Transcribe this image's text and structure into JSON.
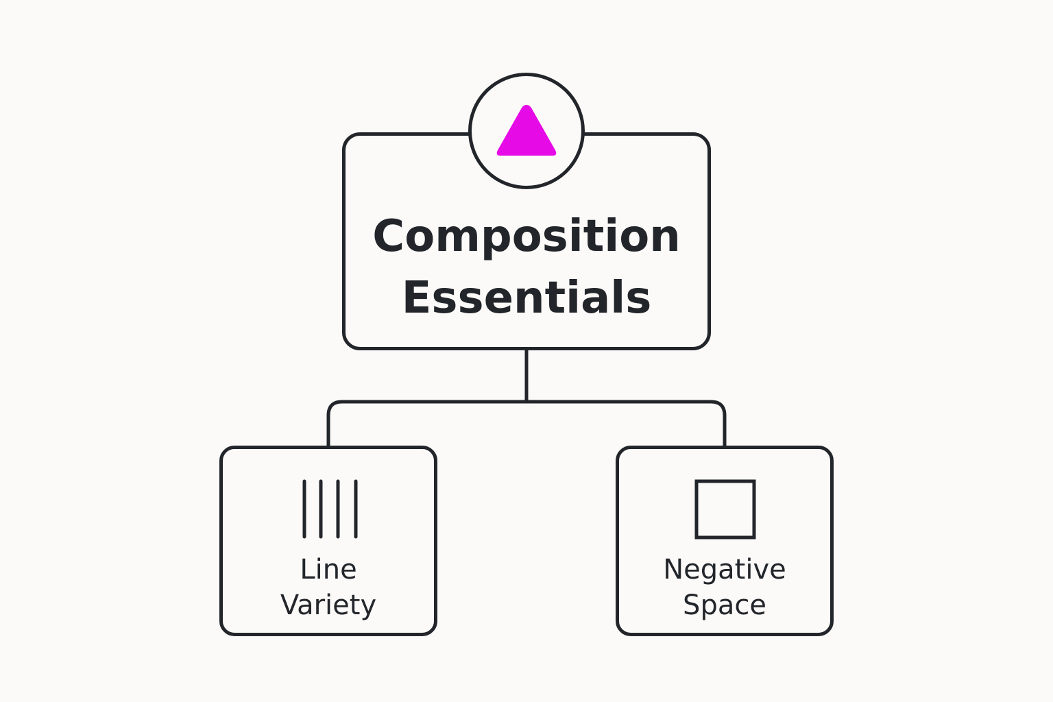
{
  "title": {
    "line1": "Composition",
    "line2": "Essentials",
    "icon": "triangle-icon",
    "accent_color": "#e60ae6"
  },
  "children": [
    {
      "line1": "Line",
      "line2": "Variety",
      "icon": "vertical-lines-icon"
    },
    {
      "line1": "Negative",
      "line2": "Space",
      "icon": "square-outline-icon"
    }
  ],
  "colors": {
    "stroke": "#22252a",
    "background": "#fbfaf8"
  }
}
